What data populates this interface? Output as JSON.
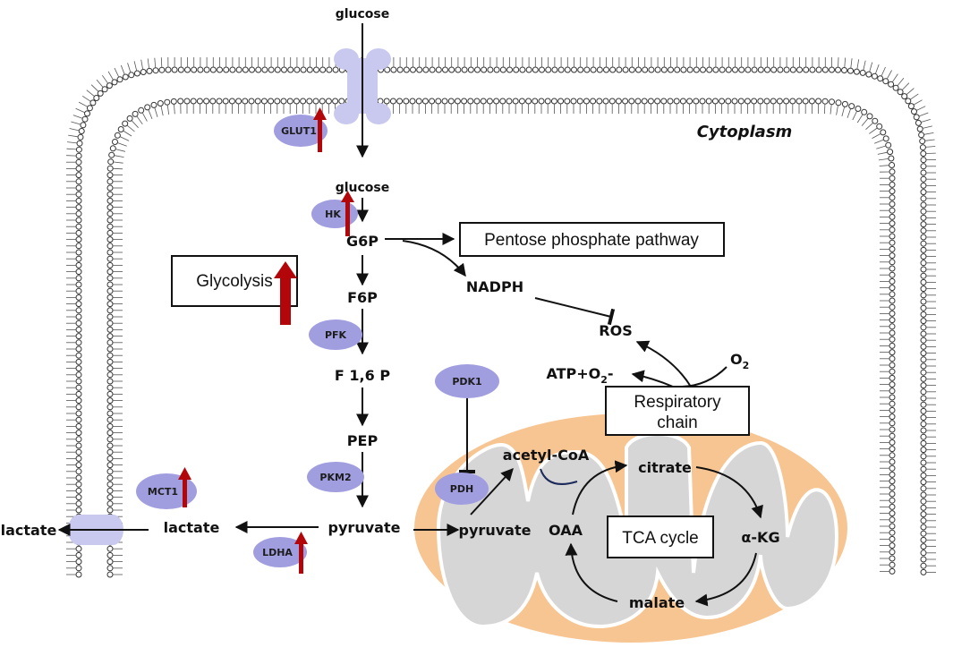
{
  "labels": {
    "cytoplasm": "Cytoplasm",
    "glucose_out": "glucose",
    "glucose_in": "glucose",
    "g6p": "G6P",
    "f6p": "F6P",
    "f16p": "F 1,6 P",
    "pep": "PEP",
    "pyruvate_cyto": "pyruvate",
    "lactate_in": "lactate",
    "lactate_out": "lactate",
    "nadph": "NADPH",
    "ros": "ROS",
    "atp": "ATP+O",
    "atp_sub": "2",
    "atp_suffix": "-",
    "o2": "O",
    "o2_sub": "2",
    "pyruvate_mito": "pyruvate",
    "acetyl_coa": "acetyl-CoA",
    "citrate": "citrate",
    "akg": "α-KG",
    "malate": "malate",
    "oaa": "OAA"
  },
  "boxes": {
    "pentose": "Pentose phosphate pathway",
    "glycolysis": "Glycolysis",
    "respiratory_line1": "Respiratory",
    "respiratory_line2": "chain",
    "tca": "TCA cycle"
  },
  "enzymes": {
    "glut1": "GLUT1",
    "hk": "HK",
    "pfk": "PFK",
    "pkm2": "PKM2",
    "ldha": "LDHA",
    "mct1": "MCT1",
    "pdk1": "PDK1",
    "pdh": "PDH"
  },
  "colors": {
    "enzyme_fill": "#a19ee0",
    "upregulation_arrow": "#b3060a",
    "mitochondrion_outer": "#f7c592",
    "mitochondrion_inner": "#d6d6d6",
    "transporter": "#c9c9ef",
    "membrane": "#333333"
  },
  "icons": {
    "upregulation": "red-up-arrow-icon",
    "inhibition": "inhibition-bar-icon"
  }
}
